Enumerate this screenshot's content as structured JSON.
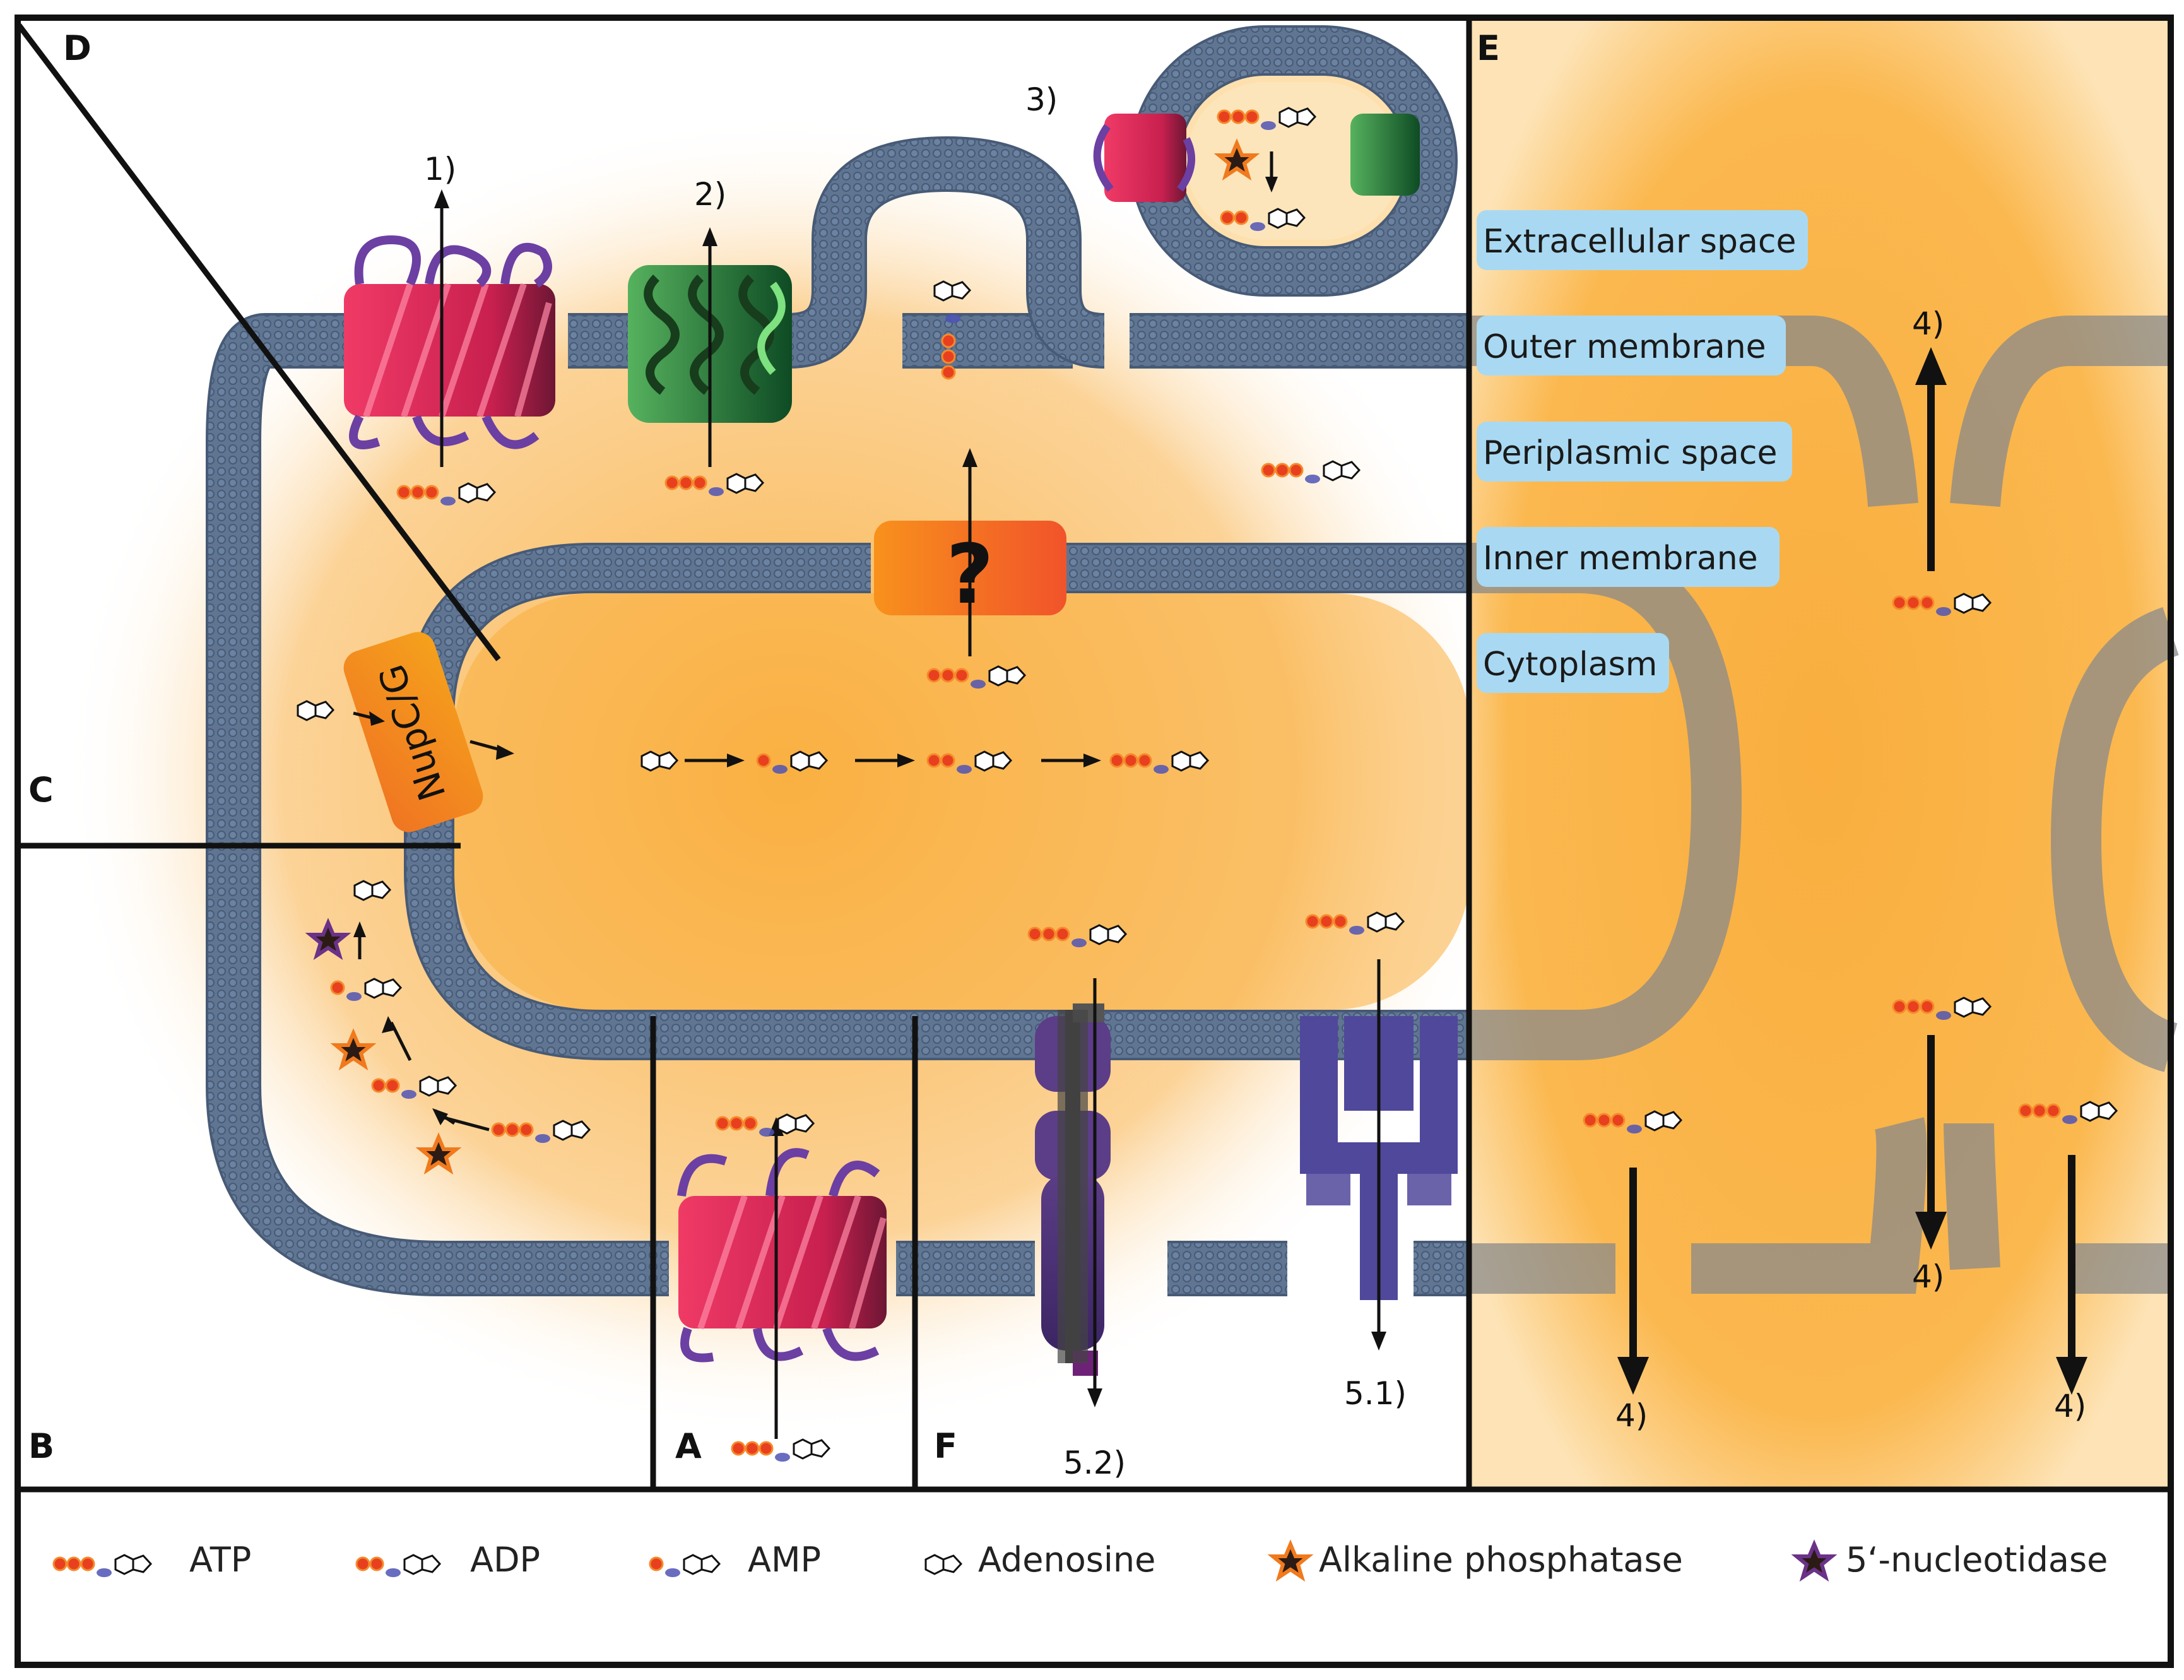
{
  "panels": {
    "A": "A",
    "B": "B",
    "C": "C",
    "D": "D",
    "E": "E",
    "F": "F"
  },
  "steps": {
    "s1": "1)",
    "s2": "2)",
    "s3": "3)",
    "s4a": "4)",
    "s4b": "4)",
    "s4c": "4)",
    "s4d": "4)",
    "s51": "5.1)",
    "s52": "5.2)"
  },
  "question_mark": "?",
  "nupcg_label": "NupC/G",
  "compartments": [
    "Extracellular space",
    "Outer membrane",
    "Periplasmic space",
    "Inner membrane",
    "Cytoplasm"
  ],
  "legend": {
    "atp": "ATP",
    "adp": "ADP",
    "amp": "AMP",
    "adenosine": "Adenosine",
    "alkaline_phosphatase": "Alkaline phosphatase",
    "nucleotidase": "5‘-nucleotidase"
  },
  "colors": {
    "cytoplasm": "#f9ae3e",
    "membrane": "#5f7591",
    "membrane_light": "#98aac4",
    "outer_gray_membrane": "#9c9c9c",
    "phosphate": "#e8401e",
    "ribose": "#4f54b5",
    "pink_transporter": "#e8325f",
    "green_transporter": "#2f9a3c",
    "purple_loops": "#6c3fa3",
    "question_box": "#f56e21",
    "nupcg_box": "#f8981d",
    "dark_protein": "#4c2f7a",
    "purple_protein": "#50489b",
    "label_box": "#a9d9f2",
    "star_orange": "#f07a1d",
    "star_purple": "#6a3288"
  }
}
